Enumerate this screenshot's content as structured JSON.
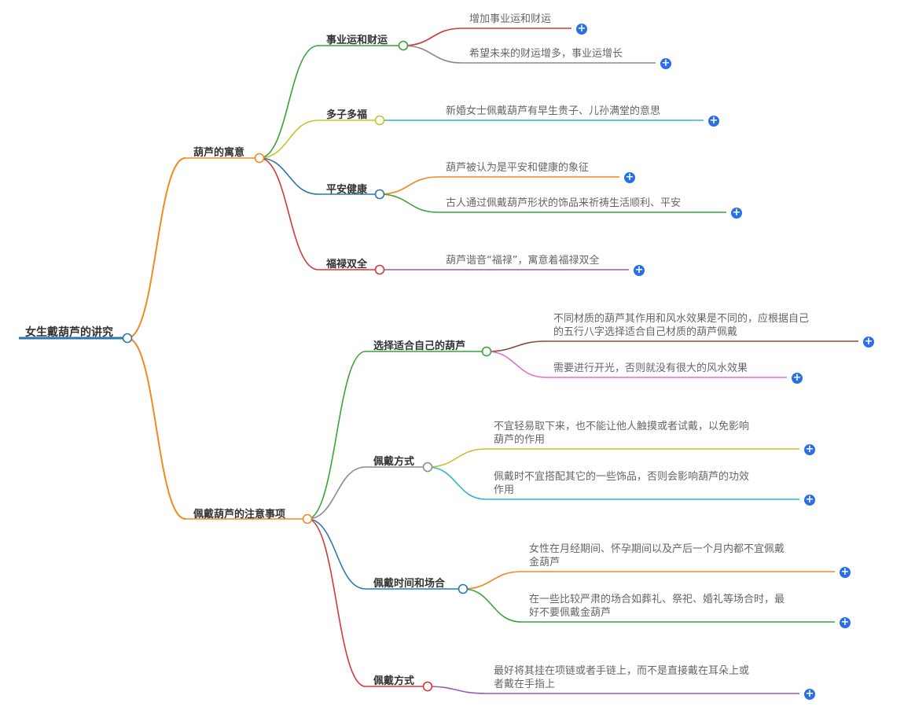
{
  "root": {
    "label": "女生戴葫芦的讲究"
  },
  "branches": [
    {
      "label": "葫芦的寓意",
      "color": "#f08a24",
      "children": [
        {
          "label": "事业运和财运",
          "color": "#3aa33a",
          "leaves": [
            {
              "text": [
                "增加事业运和财运"
              ],
              "color": "#d43838"
            },
            {
              "text": [
                "希望未来的财运增多，事业运增长"
              ],
              "color": "#8c8c8c"
            }
          ]
        },
        {
          "label": "多子多福",
          "color": "#c4c42a",
          "leaves": [
            {
              "text": [
                "新婚女士佩戴葫芦有早生贵子、儿孙满堂的意思"
              ],
              "color": "#2bb8c8"
            }
          ]
        },
        {
          "label": "平安健康",
          "color": "#2a78b0",
          "leaves": [
            {
              "text": [
                "葫芦被认为是平安和健康的象征"
              ],
              "color": "#f08a24"
            },
            {
              "text": [
                "古人通过佩戴葫芦形状的饰品来祈祷生活顺利、平安"
              ],
              "color": "#3aa33a"
            }
          ]
        },
        {
          "label": "福禄双全",
          "color": "#d43838",
          "leaves": [
            {
              "text": [
                "葫芦谐音“福禄”，寓意着福禄双全"
              ],
              "color": "#9b59b6"
            }
          ]
        }
      ]
    },
    {
      "label": "佩戴葫芦的注意事项",
      "color": "#f08a24",
      "children": [
        {
          "label": "选择适合自己的葫芦",
          "color": "#3aa33a",
          "leaves": [
            {
              "text": [
                "不同材质的葫芦其作用和风水效果是不同的，应根据自己",
                "的五行八字选择适合自己材质的葫芦佩戴"
              ],
              "color": "#8b4a3c"
            },
            {
              "text": [
                "需要进行开光，否则就没有很大的风水效果"
              ],
              "color": "#e070c8"
            }
          ]
        },
        {
          "label": "佩戴方式",
          "color": "#8c8c8c",
          "leaves": [
            {
              "text": [
                "不宜轻易取下来，也不能让他人触摸或者试戴，以免影响",
                "葫芦的作用"
              ],
              "color": "#c4c42a"
            },
            {
              "text": [
                "佩戴时不宜搭配其它的一些饰品，否则会影响葫芦的功效",
                "作用"
              ],
              "color": "#2bb8c8"
            }
          ]
        },
        {
          "label": "佩戴时间和场合",
          "color": "#2a78b0",
          "leaves": [
            {
              "text": [
                "女性在月经期间、怀孕期间以及产后一个月内都不宜佩戴",
                "金葫芦"
              ],
              "color": "#f08a24"
            },
            {
              "text": [
                "在一些比较严肃的场合如葬礼、祭祀、婚礼等场合时，最",
                "好不要佩戴金葫芦"
              ],
              "color": "#3aa33a"
            }
          ]
        },
        {
          "label": "佩戴方式",
          "color": "#d43838",
          "leaves": [
            {
              "text": [
                "最好将其挂在项链或者手链上，而不是直接戴在耳朵上或",
                "者戴在手指上"
              ],
              "color": "#9b59b6"
            }
          ]
        }
      ]
    }
  ],
  "icons": {
    "expand": "plus-circle-icon",
    "expand_glyph": "+",
    "node": "circle-node-icon"
  },
  "colors": {
    "root_line": "#2a78b0",
    "expand_button": "#2a6ee8"
  }
}
